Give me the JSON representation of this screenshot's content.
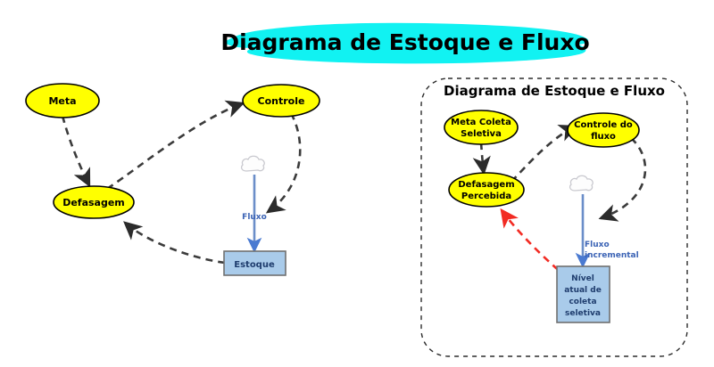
{
  "title": {
    "text": "Diagrama de Estoque e Fluxo",
    "banner_color": "#11F2F2",
    "text_color": "#000000"
  },
  "colors": {
    "variable_fill": "#FFFF00",
    "variable_stroke": "#000000",
    "stock_fill": "#A9CBEA",
    "stock_stroke": "#707070",
    "link_dashed": "#3B3B3B",
    "link_red": "#F22B23",
    "flow_pipe": "#6B8EC9",
    "flow_label": "#3B63B5",
    "cloud_fill": "#FDFDFD",
    "cloud_stroke": "#C9C9CF",
    "panel_border": "#2B2B2B",
    "background": "#FFFFFF"
  },
  "left_diagram": {
    "name": "generic-stock-flow-diagram",
    "nodes": {
      "meta": {
        "label": "Meta",
        "shape": "ellipse"
      },
      "controle": {
        "label": "Controle",
        "shape": "ellipse"
      },
      "defasagem": {
        "label": "Defasagem",
        "shape": "ellipse"
      },
      "estoque": {
        "label": "Estoque",
        "shape": "box"
      },
      "fluxo": {
        "label": "Fluxo",
        "shape": "flow"
      },
      "source_cloud": {
        "label": "cloud-source",
        "shape": "cloud"
      }
    },
    "links": [
      {
        "from": "meta",
        "to": "defasagem",
        "style": "dashed"
      },
      {
        "from": "estoque",
        "to": "defasagem",
        "style": "dashed"
      },
      {
        "from": "defasagem",
        "to": "controle",
        "style": "dashed"
      },
      {
        "from": "controle",
        "to": "fluxo",
        "style": "dashed"
      },
      {
        "from": "source_cloud",
        "to": "estoque",
        "style": "flow"
      }
    ]
  },
  "right_diagram": {
    "name": "coleta-seletiva-stock-flow-diagram",
    "panel_title": "Diagrama de Estoque e Fluxo",
    "nodes": {
      "meta": {
        "label_line1": "Meta Coleta",
        "label_line2": "Seletiva",
        "shape": "ellipse"
      },
      "controle": {
        "label_line1": "Controle do",
        "label_line2": "fluxo",
        "shape": "ellipse"
      },
      "defasagem": {
        "label_line1": "Defasagem",
        "label_line2": "Percebida",
        "shape": "ellipse"
      },
      "nivel": {
        "label_line1": "Nível",
        "label_line2": "atual de",
        "label_line3": "coleta",
        "label_line4": "seletiva",
        "shape": "box"
      },
      "fluxo": {
        "label_line1": "Fluxo",
        "label_line2": "incremental",
        "shape": "flow"
      },
      "source_cloud": {
        "label": "cloud-source",
        "shape": "cloud"
      }
    },
    "links": [
      {
        "from": "meta",
        "to": "defasagem",
        "style": "dashed"
      },
      {
        "from": "nivel",
        "to": "defasagem",
        "style": "dashed-red"
      },
      {
        "from": "defasagem",
        "to": "controle",
        "style": "dashed"
      },
      {
        "from": "controle",
        "to": "fluxo",
        "style": "dashed"
      },
      {
        "from": "source_cloud",
        "to": "nivel",
        "style": "flow"
      }
    ]
  }
}
